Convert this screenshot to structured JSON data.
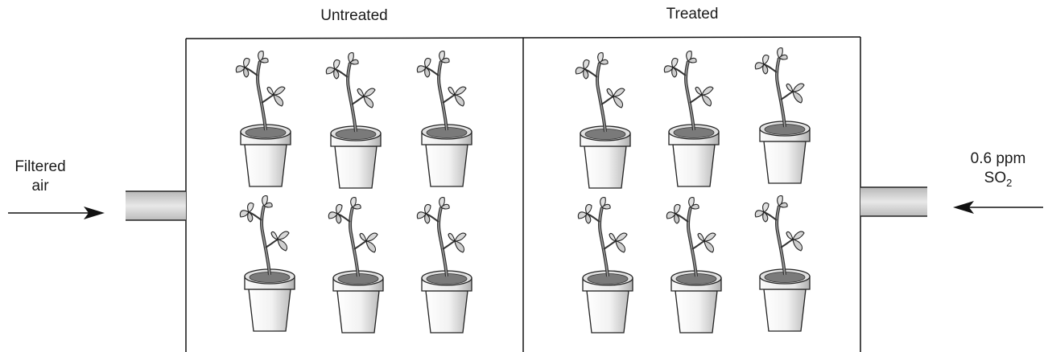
{
  "chambers": {
    "left_label": "Untreated",
    "right_label": "Treated"
  },
  "inlet": {
    "label_line1": "Filtered",
    "label_line2": "air"
  },
  "outlet": {
    "label_line1": "0.6 ppm",
    "label_gas": "SO",
    "label_sub": "2"
  },
  "plants": {
    "per_chamber_rows": 2,
    "per_row": 3
  }
}
